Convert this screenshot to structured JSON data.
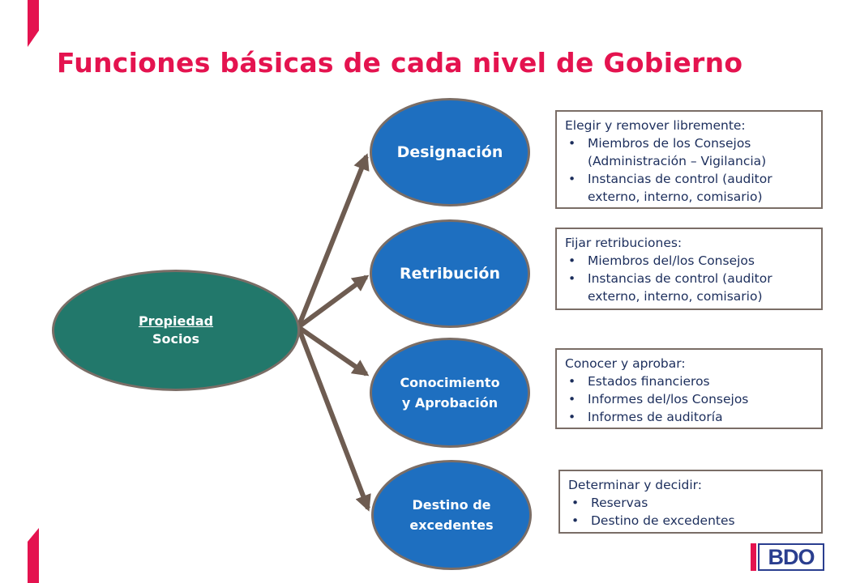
{
  "title": "Funciones básicas de cada nivel de Gobierno",
  "root": {
    "line1": "Propiedad",
    "line2": "Socios"
  },
  "levels": [
    {
      "label_lines": [
        "Designación"
      ],
      "box": {
        "heading": "Elegir y remover libremente:",
        "items": [
          "Miembros de los Consejos (Administración – Vigilancia)",
          "Instancias de control (auditor externo, interno, comisario)"
        ]
      }
    },
    {
      "label_lines": [
        "Retribución"
      ],
      "box": {
        "heading": "Fijar retribuciones:",
        "items": [
          "Miembros del/los Consejos",
          "Instancias de control (auditor externo, interno, comisario)"
        ]
      }
    },
    {
      "label_lines": [
        "Conocimiento",
        "y Aprobación"
      ],
      "box": {
        "heading": "Conocer y aprobar:",
        "items": [
          "Estados financieros",
          "Informes del/los Consejos",
          "Informes de auditoría"
        ]
      }
    },
    {
      "label_lines": [
        "Destino de",
        "excedentes"
      ],
      "box": {
        "heading": "Determinar y decidir:",
        "items": [
          "Reservas",
          "Destino de excedentes"
        ]
      }
    }
  ],
  "logo": {
    "text": "BDO"
  },
  "colors": {
    "accent": "#e4134f",
    "blue": "#1e6fc0",
    "green": "#22786b",
    "arrow": "#6e5c51",
    "text_dark": "#1c2e5c",
    "logo_blue": "#2a3e8f"
  }
}
